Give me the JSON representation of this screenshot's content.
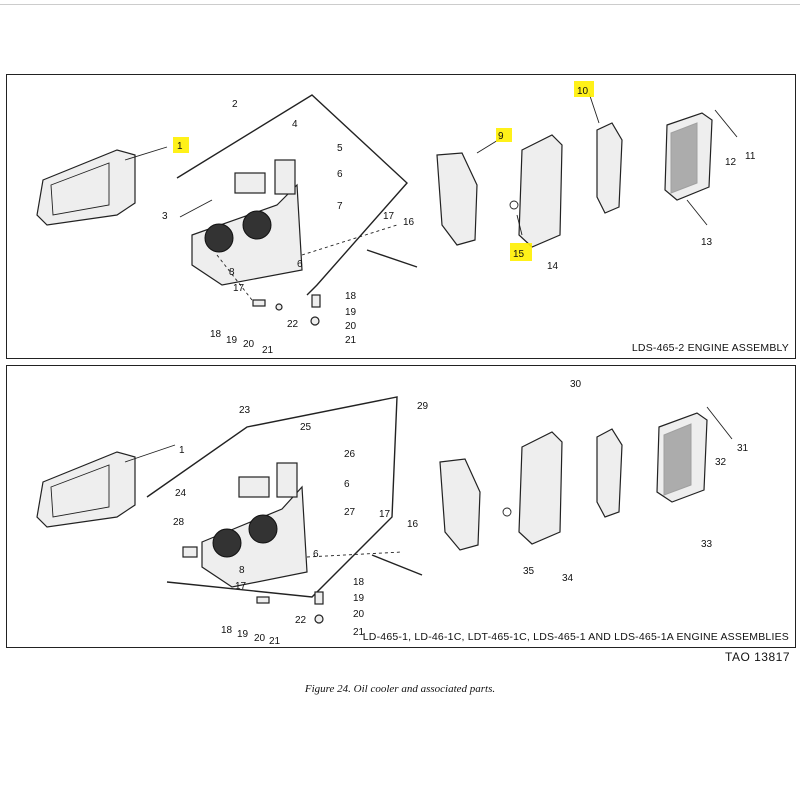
{
  "top_panel": {
    "caption": "LDS-465-2 ENGINE ASSEMBLY",
    "callouts": [
      {
        "id": "1",
        "label": "1",
        "highlighted": true
      },
      {
        "id": "2",
        "label": "2"
      },
      {
        "id": "3",
        "label": "3"
      },
      {
        "id": "4",
        "label": "4"
      },
      {
        "id": "5",
        "label": "5"
      },
      {
        "id": "6a",
        "label": "6"
      },
      {
        "id": "7",
        "label": "7"
      },
      {
        "id": "8",
        "label": "8"
      },
      {
        "id": "6b",
        "label": "6"
      },
      {
        "id": "9",
        "label": "9",
        "highlighted": true
      },
      {
        "id": "10",
        "label": "10",
        "highlighted": true
      },
      {
        "id": "11",
        "label": "11"
      },
      {
        "id": "12",
        "label": "12"
      },
      {
        "id": "13",
        "label": "13"
      },
      {
        "id": "14",
        "label": "14"
      },
      {
        "id": "15",
        "label": "15",
        "highlighted": true
      },
      {
        "id": "16",
        "label": "16"
      },
      {
        "id": "17a",
        "label": "17"
      },
      {
        "id": "17b",
        "label": "17"
      },
      {
        "id": "18a",
        "label": "18"
      },
      {
        "id": "18b",
        "label": "18"
      },
      {
        "id": "19a",
        "label": "19"
      },
      {
        "id": "19b",
        "label": "19"
      },
      {
        "id": "20a",
        "label": "20"
      },
      {
        "id": "20b",
        "label": "20"
      },
      {
        "id": "21a",
        "label": "21"
      },
      {
        "id": "21b",
        "label": "21"
      },
      {
        "id": "22",
        "label": "22"
      }
    ]
  },
  "bottom_panel": {
    "caption": "LD-465-1, LD-46-1C, LDT-465-1C, LDS-465-1 AND LDS-465-1A ENGINE ASSEMBLIES",
    "callouts": [
      {
        "id": "1",
        "label": "1"
      },
      {
        "id": "23",
        "label": "23"
      },
      {
        "id": "24",
        "label": "24"
      },
      {
        "id": "25",
        "label": "25"
      },
      {
        "id": "26",
        "label": "26"
      },
      {
        "id": "6a",
        "label": "6"
      },
      {
        "id": "27",
        "label": "27"
      },
      {
        "id": "28",
        "label": "28"
      },
      {
        "id": "8",
        "label": "8"
      },
      {
        "id": "6b",
        "label": "6"
      },
      {
        "id": "29",
        "label": "29"
      },
      {
        "id": "30",
        "label": "30"
      },
      {
        "id": "31",
        "label": "31"
      },
      {
        "id": "32",
        "label": "32"
      },
      {
        "id": "33",
        "label": "33"
      },
      {
        "id": "34",
        "label": "34"
      },
      {
        "id": "35",
        "label": "35"
      },
      {
        "id": "16",
        "label": "16"
      },
      {
        "id": "17a",
        "label": "17"
      },
      {
        "id": "17b",
        "label": "17"
      },
      {
        "id": "18a",
        "label": "18"
      },
      {
        "id": "18b",
        "label": "18"
      },
      {
        "id": "19a",
        "label": "19"
      },
      {
        "id": "19b",
        "label": "19"
      },
      {
        "id": "20a",
        "label": "20"
      },
      {
        "id": "20b",
        "label": "20"
      },
      {
        "id": "21a",
        "label": "21"
      },
      {
        "id": "21b",
        "label": "21"
      },
      {
        "id": "22",
        "label": "22"
      }
    ]
  },
  "tao_number": "TAO 13817",
  "figure_caption": "Figure 24.  Oil cooler and associated parts.",
  "colors": {
    "highlight": "#fff000",
    "line": "#222222"
  }
}
